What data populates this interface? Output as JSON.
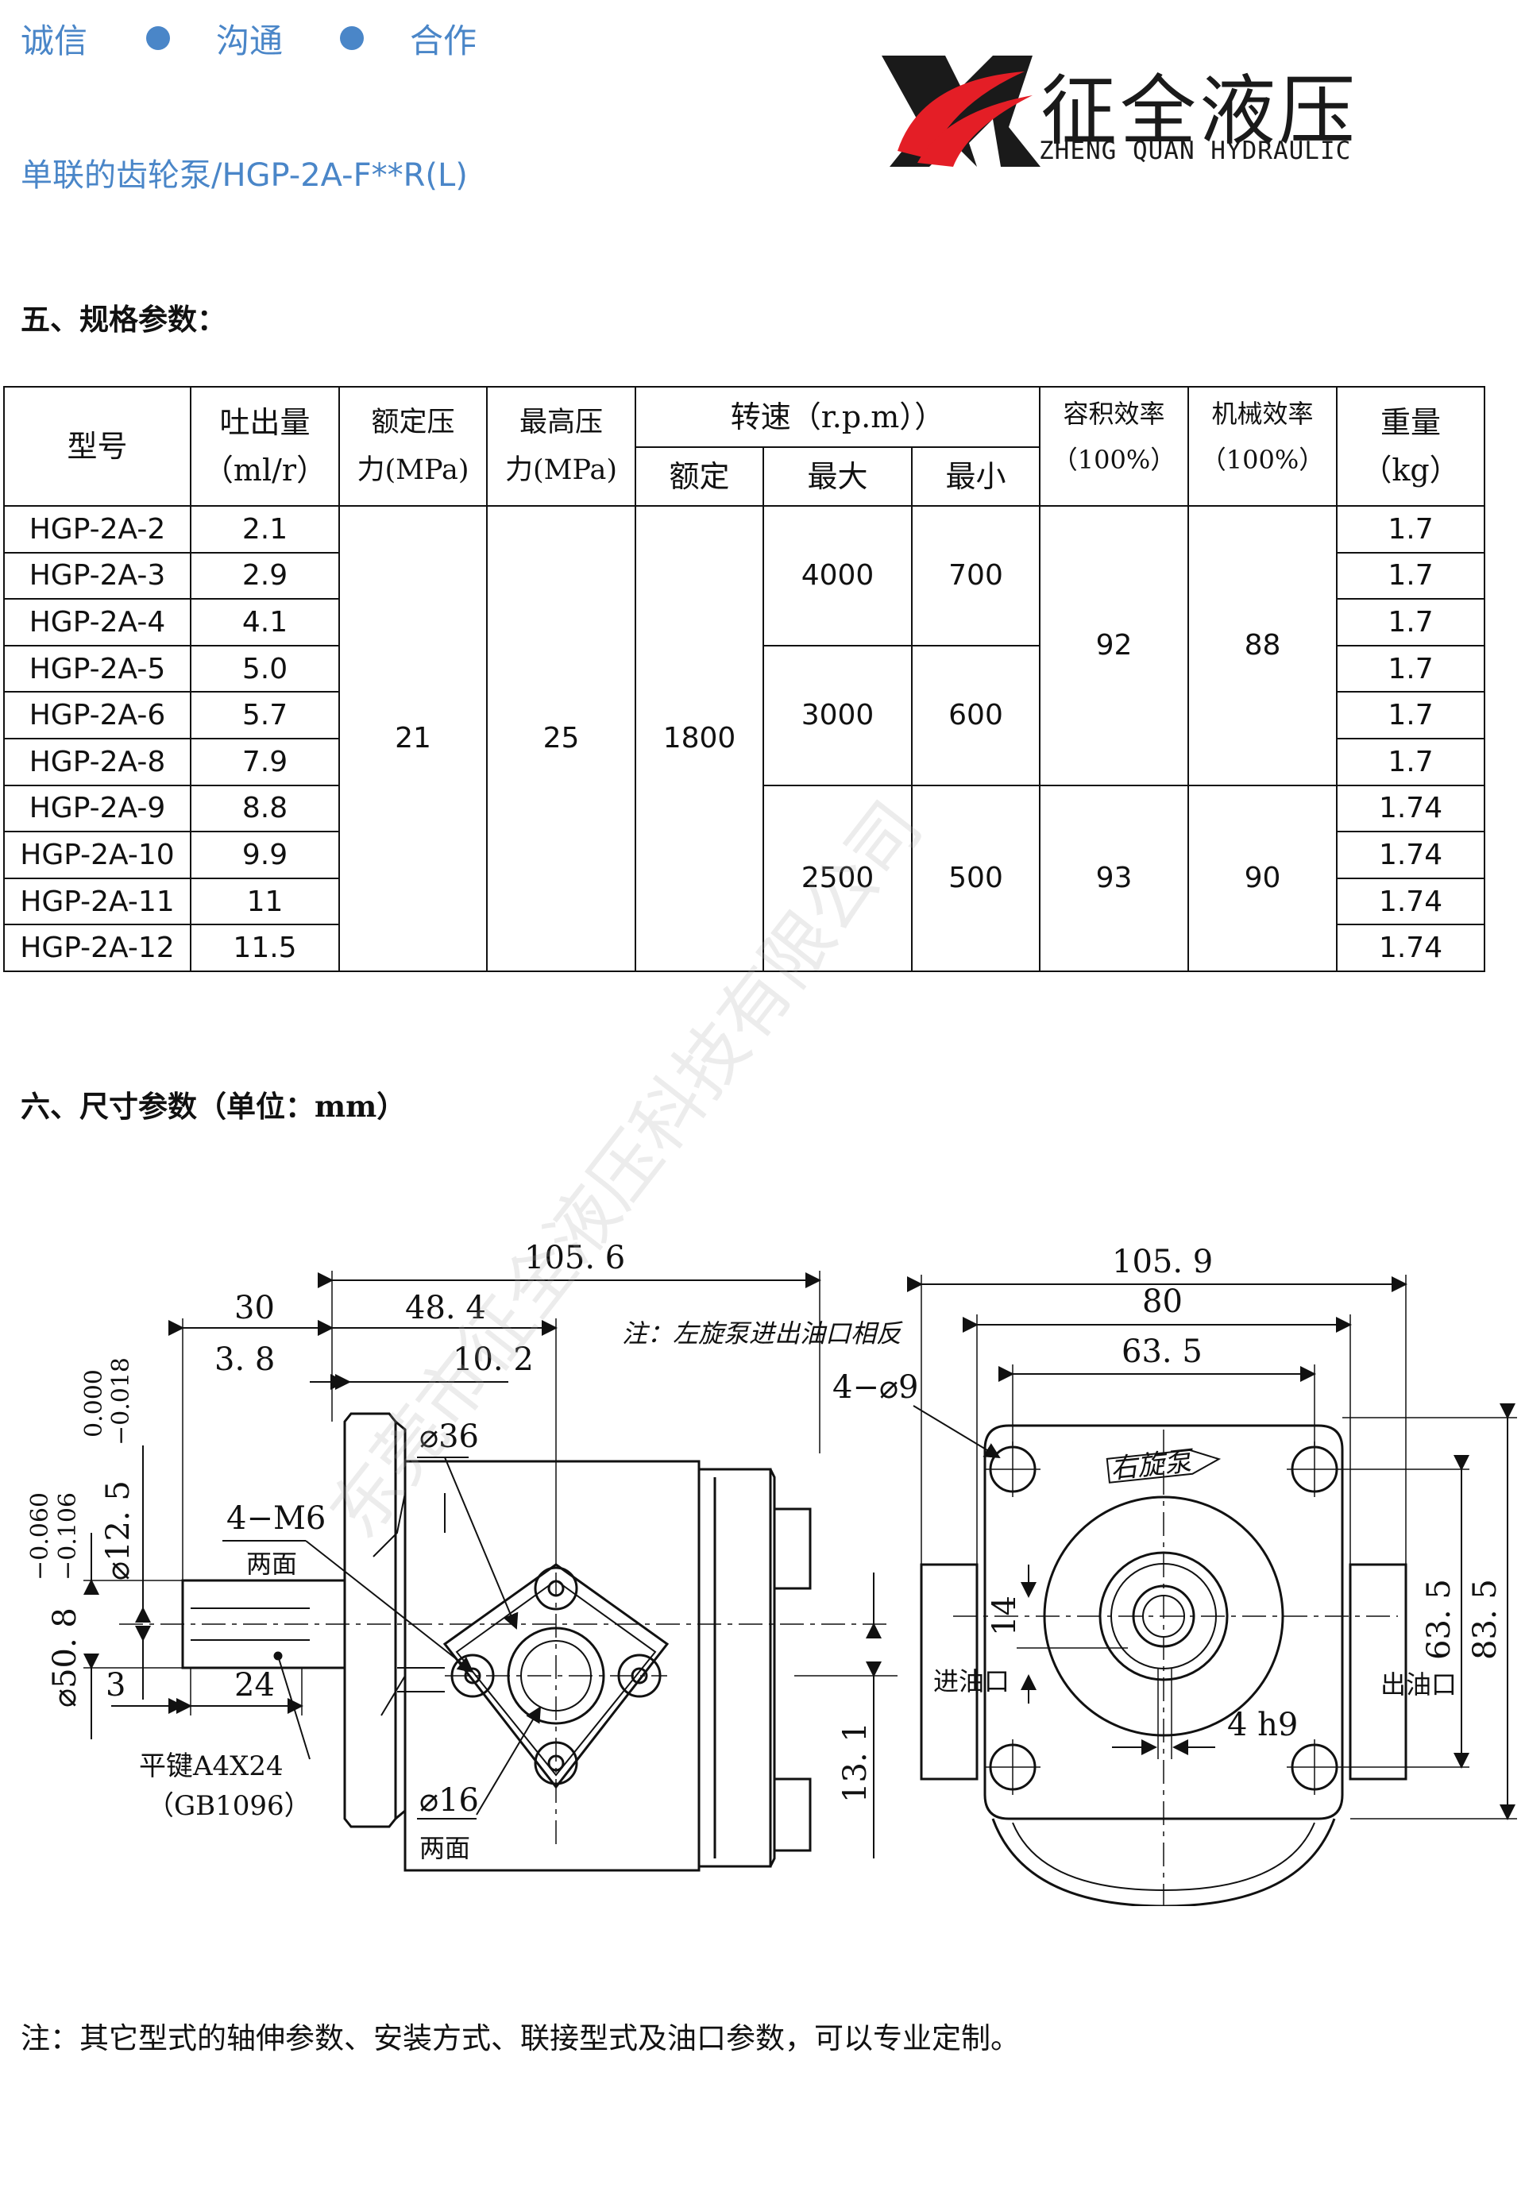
{
  "header": {
    "tagline": [
      "诚信",
      "沟通",
      "合作"
    ],
    "subtitle": "单联的齿轮泵/HGP-2A-F**R(L)",
    "brand_cn": "征全液压",
    "brand_en": "ZHENG QUAN HYDRAULIC",
    "accent_color": "#4a86c8",
    "logo_red": "#e41e26"
  },
  "spec_section": {
    "title": "五、规格参数：",
    "headers": {
      "model": "型号",
      "displacement_1": "吐出量",
      "displacement_2": "（ml/r）",
      "rated_pressure_1": "额定压",
      "rated_pressure_2": "力(MPa)",
      "max_pressure_1": "最高压",
      "max_pressure_2": "力(MPa)",
      "speed": "转速（r.p.m））",
      "speed_rated": "额定",
      "speed_max": "最大",
      "speed_min": "最小",
      "vol_eff_1": "容积效率",
      "vol_eff_2": "（100%）",
      "mech_eff_1": "机械效率",
      "mech_eff_2": "（100%）",
      "weight_1": "重量",
      "weight_2": "（kg）"
    },
    "models": [
      "HGP-2A-2",
      "HGP-2A-3",
      "HGP-2A-4",
      "HGP-2A-5",
      "HGP-2A-6",
      "HGP-2A-8",
      "HGP-2A-9",
      "HGP-2A-10",
      "HGP-2A-11",
      "HGP-2A-12"
    ],
    "displacement": [
      "2.1",
      "2.9",
      "4.1",
      "5.0",
      "5.7",
      "7.9",
      "8.8",
      "9.9",
      "11",
      "11.5"
    ],
    "rated_pressure": "21",
    "max_pressure": "25",
    "speed_rated": "1800",
    "speed_groups": [
      {
        "max": "4000",
        "min": "700"
      },
      {
        "max": "3000",
        "min": "600"
      },
      {
        "max": "2500",
        "min": "500"
      }
    ],
    "efficiency_groups": [
      {
        "vol": "92",
        "mech": "88"
      },
      {
        "vol": "93",
        "mech": "90"
      }
    ],
    "weight": [
      "1.7",
      "1.7",
      "1.7",
      "1.7",
      "1.7",
      "1.7",
      "1.74",
      "1.74",
      "1.74",
      "1.74"
    ]
  },
  "dim_section": {
    "title": "六、尺寸参数（单位：mm）",
    "labels": {
      "d105_6": "105. 6",
      "d48_4": "48. 4",
      "d30": "30",
      "d3_8": "3. 8",
      "d10_2": "10. 2",
      "note": "注：左旋泵进出油口相反",
      "d4_9": "4−⌀9",
      "d36": "⌀36",
      "m6": "4−M6",
      "m6_sub": "两面",
      "d12_5": "⌀12. 5",
      "tol_12_hi": "0.000",
      "tol_12_lo": "−0.018",
      "d50_8": "⌀50. 8",
      "tol_50_hi": "−0.060",
      "tol_50_lo": "−0.106",
      "d3": "3",
      "d24": "24",
      "key_1": "平键A4X24",
      "key_2": "（GB1096）",
      "d16": "⌀16",
      "d16_sub": "两面",
      "d13_1": "13. 1",
      "d105_9": "105. 9",
      "d80": "80",
      "d63_5_top": "63. 5",
      "right_rot": "右旋泵",
      "d14": "14",
      "inlet": "进油口",
      "outlet": "出油口",
      "d4h9": "4  h9",
      "d63_5_side": "63. 5",
      "d83_5": "83. 5"
    }
  },
  "watermark": "东莞市征全液压科技有限公司",
  "footnote": "注：其它型式的轴伸参数、安装方式、联接型式及油口参数，可以专业定制。"
}
